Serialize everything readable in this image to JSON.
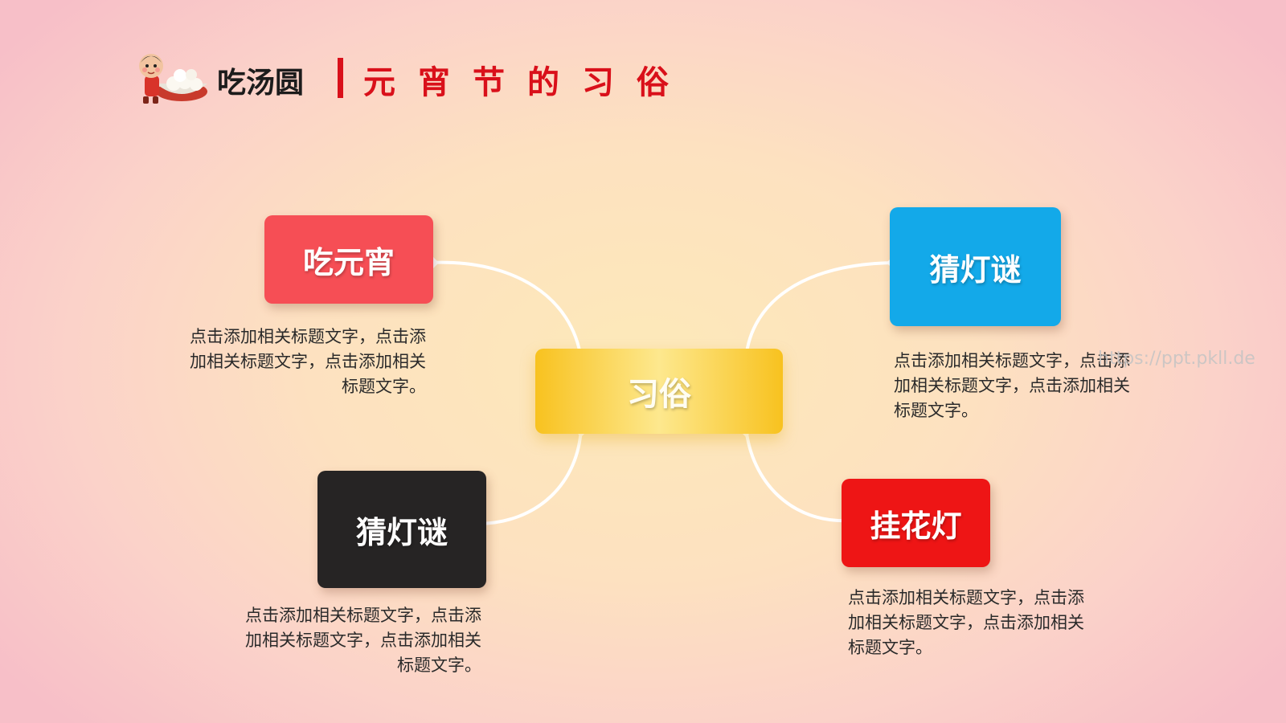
{
  "header": {
    "brand": "吃汤圆",
    "title": "元宵节的习俗"
  },
  "diagram": {
    "center": "习俗",
    "nodes": [
      {
        "label": "吃元宵",
        "color": "#f64e55",
        "description": "点击添加相关标题文字，点击添加相关标题文字，点击添加相关标题文字。"
      },
      {
        "label": "猜灯谜",
        "color": "#13a9e9",
        "description": "点击添加相关标题文字，点击添加相关标题文字，点击添加相关标题文字。"
      },
      {
        "label": "猜灯谜",
        "color": "#262424",
        "description": "点击添加相关标题文字，点击添加相关标题文字，点击添加相关标题文字。"
      },
      {
        "label": "挂花灯",
        "color": "#ee1515",
        "description": "点击添加相关标题文字，点击添加相关标题文字，点击添加相关标题文字。"
      }
    ],
    "center_color": "#f8c21f",
    "connector_color": "#ffffff"
  },
  "watermark": "https://ppt.pkll.de"
}
